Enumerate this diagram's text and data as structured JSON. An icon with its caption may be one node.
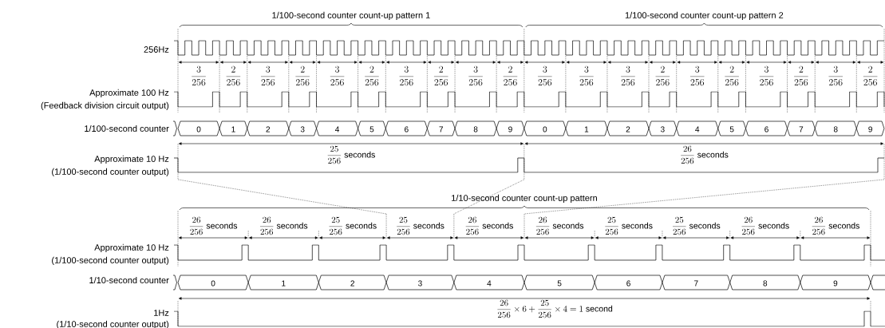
{
  "diagram": {
    "nodes": [
      {
        "text": [
          "0"
        ]
      },
      {
        "text": [
          "1"
        ]
      },
      {
        "text": [
          "2"
        ]
      },
      {
        "text": [
          "3"
        ]
      },
      {
        "text": [
          "4"
        ]
      },
      {
        "text": [
          "5"
        ]
      },
      {
        "text": [
          "6"
        ]
      },
      {
        "text": [
          "7"
        ]
      },
      {
        "text": [
          "8"
        ]
      },
      {
        "text": [
          "9"
        ]
      },
      {
        "text": [
          "0"
        ]
      },
      {
        "text": [
          "1"
        ]
      },
      {
        "text": [
          "2"
        ]
      },
      {
        "text": [
          "3"
        ]
      },
      {
        "text": [
          "4"
        ]
      },
      {
        "text": [
          "5"
        ]
      },
      {
        "text": [
          "6"
        ]
      },
      {
        "text": [
          "7"
        ]
      },
      {
        "text": [
          "8"
        ]
      },
      {
        "text": [
          "9"
        ]
      },
      {
        "text": [
          "0"
        ]
      },
      {
        "text": [
          "1"
        ]
      },
      {
        "text": [
          "2"
        ]
      },
      {
        "text": [
          "3"
        ]
      },
      {
        "text": [
          "4"
        ]
      },
      {
        "text": [
          "5"
        ]
      },
      {
        "text": [
          "6"
        ]
      },
      {
        "text": [
          "7"
        ]
      },
      {
        "text": [
          "8"
        ]
      },
      {
        "text": [
          "9"
        ]
      },
      {
        "text": [],
        "shape": "box"
      }
    ],
    "labels": [
      "1/100-second counter count-up pattern 1",
      "1/100-second counter count-up pattern 2",
      "256Hz",
      "\\frac{3}{256}",
      "\\frac{2}{256}",
      "\\frac{3}{256}",
      "\\frac{2}{256}",
      "\\frac{3}{256}",
      "\\frac{2}{256}",
      "\\frac{3}{256}",
      "\\frac{2}{256}",
      "\\frac{3}{256}",
      "\\frac{2}{256}",
      "\\frac{3}{256}",
      "\\frac{3}{256}",
      "\\frac{3}{256}",
      "\\frac{2}{256}",
      "\\frac{3}{256}",
      "\\frac{2}{256}",
      "\\frac{3}{256}",
      "\\frac{2}{256}",
      "\\frac{3}{256}",
      "\\frac{2}{256}",
      "Approximate 100 Hz",
      "(Feedback division circuit output)",
      "1/100-second counter",
      "\\frac{25}{256}\\mbox{ seconds}",
      "\\frac{26}{256}\\mbox{ seconds}",
      "Approximate 10 Hz",
      "(1/100-second counter output)",
      "1/10-second counter count-up pattern",
      "\\frac{26}{256}\\mbox{ seconds}",
      "\\frac{26}{256}\\mbox{ seconds}",
      "\\frac{25}{256}\\mbox{ seconds}",
      "\\frac{25}{256}\\mbox{ seconds}",
      "\\frac{26}{256}\\mbox{ seconds}",
      "\\frac{26}{256}\\mbox{ seconds}",
      "\\frac{25}{256}\\mbox{ seconds}",
      "\\frac{25}{256}\\mbox{ seconds}",
      "\\frac{26}{256}\\mbox{ seconds}",
      "\\frac{26}{256}\\mbox{ seconds}",
      "Approximate 10 Hz",
      "(1/100-second counter output)",
      "1/10-second counter",
      "\\frac{26}{256}\\times 6+\\frac{25}{256}\\times 4 = 1\\mbox{ second}",
      "1Hz",
      "(1/10-second counter output)"
    ]
  }
}
